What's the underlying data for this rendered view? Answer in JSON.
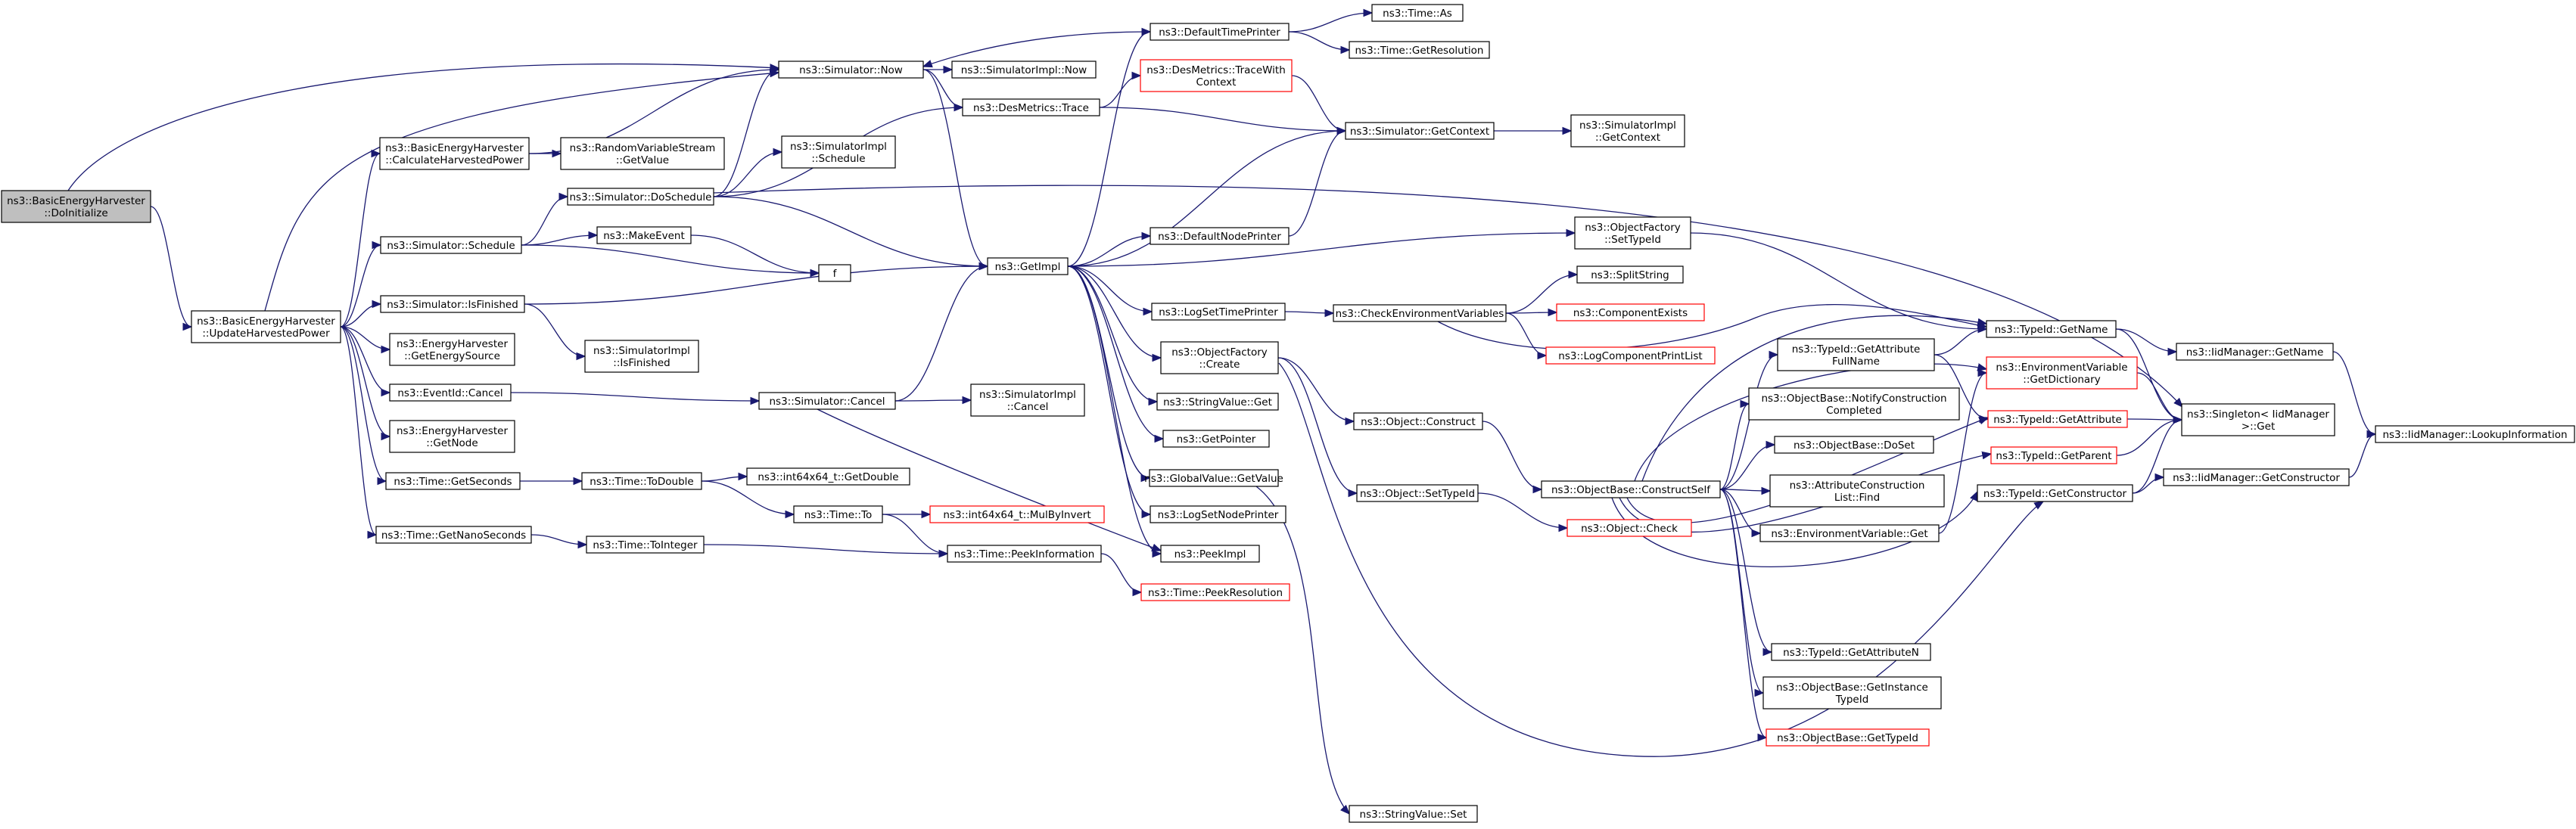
{
  "colors": {
    "node_border": "#000000",
    "node_fill": "#ffffff",
    "root_fill": "#bfbfbf",
    "truncated_border": "#ff0000",
    "edge": "#191970"
  },
  "nodes": [
    {
      "id": "n0",
      "lines": [
        "ns3::BasicEnergyHarvester",
        "::DoInitialize"
      ],
      "kind": "root"
    },
    {
      "id": "n1",
      "lines": [
        "ns3::BasicEnergyHarvester",
        "::UpdateHarvestedPower"
      ],
      "kind": "normal"
    },
    {
      "id": "n2",
      "lines": [
        "ns3::Simulator::Now"
      ],
      "kind": "normal"
    },
    {
      "id": "n3",
      "lines": [
        "ns3::BasicEnergyHarvester",
        "::CalculateHarvestedPower"
      ],
      "kind": "normal"
    },
    {
      "id": "n4",
      "lines": [
        "ns3::Simulator::Schedule"
      ],
      "kind": "normal"
    },
    {
      "id": "n5",
      "lines": [
        "ns3::Simulator::IsFinished"
      ],
      "kind": "normal"
    },
    {
      "id": "n6",
      "lines": [
        "ns3::EnergyHarvester",
        "::GetEnergySource"
      ],
      "kind": "normal"
    },
    {
      "id": "n7",
      "lines": [
        "ns3::EventId::Cancel"
      ],
      "kind": "normal"
    },
    {
      "id": "n8",
      "lines": [
        "ns3::EnergyHarvester",
        "::GetNode"
      ],
      "kind": "normal"
    },
    {
      "id": "n9",
      "lines": [
        "ns3::Time::GetSeconds"
      ],
      "kind": "normal"
    },
    {
      "id": "n10",
      "lines": [
        "ns3::Time::GetNanoSeconds"
      ],
      "kind": "normal"
    },
    {
      "id": "n11",
      "lines": [
        "ns3::SimulatorImpl::Now"
      ],
      "kind": "normal"
    },
    {
      "id": "n12",
      "lines": [
        "ns3::DesMetrics::Trace"
      ],
      "kind": "normal"
    },
    {
      "id": "n13",
      "lines": [
        "ns3::RandomVariableStream",
        "::GetValue"
      ],
      "kind": "normal"
    },
    {
      "id": "n14",
      "lines": [
        "ns3::SimulatorImpl",
        "::Schedule"
      ],
      "kind": "normal"
    },
    {
      "id": "n15",
      "lines": [
        "ns3::Simulator::DoSchedule"
      ],
      "kind": "normal"
    },
    {
      "id": "n16",
      "lines": [
        "ns3::MakeEvent"
      ],
      "kind": "normal"
    },
    {
      "id": "n17",
      "lines": [
        "f"
      ],
      "kind": "normal"
    },
    {
      "id": "n18",
      "lines": [
        "ns3::SimulatorImpl",
        "::IsFinished"
      ],
      "kind": "normal"
    },
    {
      "id": "n19",
      "lines": [
        "ns3::Simulator::Cancel"
      ],
      "kind": "normal"
    },
    {
      "id": "n20",
      "lines": [
        "ns3::SimulatorImpl",
        "::Cancel"
      ],
      "kind": "normal"
    },
    {
      "id": "n21",
      "lines": [
        "ns3::Time::ToDouble"
      ],
      "kind": "normal"
    },
    {
      "id": "n22",
      "lines": [
        "ns3::int64x64_t::GetDouble"
      ],
      "kind": "normal"
    },
    {
      "id": "n23",
      "lines": [
        "ns3::Time::To"
      ],
      "kind": "normal"
    },
    {
      "id": "n24",
      "lines": [
        "ns3::int64x64_t::MulByInvert"
      ],
      "kind": "truncated"
    },
    {
      "id": "n25",
      "lines": [
        "ns3::Time::ToInteger"
      ],
      "kind": "normal"
    },
    {
      "id": "n26",
      "lines": [
        "ns3::Time::PeekInformation"
      ],
      "kind": "normal"
    },
    {
      "id": "n27",
      "lines": [
        "ns3::Time::PeekResolution"
      ],
      "kind": "truncated"
    },
    {
      "id": "n28",
      "lines": [
        "ns3::DefaultTimePrinter"
      ],
      "kind": "normal"
    },
    {
      "id": "n29",
      "lines": [
        "ns3::DesMetrics::TraceWith",
        "Context"
      ],
      "kind": "truncated"
    },
    {
      "id": "n30",
      "lines": [
        "ns3::GetImpl"
      ],
      "kind": "normal"
    },
    {
      "id": "n31",
      "lines": [
        "ns3::DefaultNodePrinter"
      ],
      "kind": "normal"
    },
    {
      "id": "n32",
      "lines": [
        "ns3::LogSetTimePrinter"
      ],
      "kind": "normal"
    },
    {
      "id": "n33",
      "lines": [
        "ns3::ObjectFactory",
        "::Create"
      ],
      "kind": "normal"
    },
    {
      "id": "n34",
      "lines": [
        "ns3::StringValue::Get"
      ],
      "kind": "normal"
    },
    {
      "id": "n35",
      "lines": [
        "ns3::GetPointer"
      ],
      "kind": "normal"
    },
    {
      "id": "n36",
      "lines": [
        "ns3::GlobalValue::GetValue"
      ],
      "kind": "normal"
    },
    {
      "id": "n37",
      "lines": [
        "ns3::LogSetNodePrinter"
      ],
      "kind": "normal"
    },
    {
      "id": "n38",
      "lines": [
        "ns3::PeekImpl"
      ],
      "kind": "normal"
    },
    {
      "id": "n39",
      "lines": [
        "ns3::Time::As"
      ],
      "kind": "normal"
    },
    {
      "id": "n40",
      "lines": [
        "ns3::Time::GetResolution"
      ],
      "kind": "normal"
    },
    {
      "id": "n41",
      "lines": [
        "ns3::Simulator::GetContext"
      ],
      "kind": "normal"
    },
    {
      "id": "n42",
      "lines": [
        "ns3::SimulatorImpl",
        "::GetContext"
      ],
      "kind": "normal"
    },
    {
      "id": "n43",
      "lines": [
        "ns3::CheckEnvironmentVariables"
      ],
      "kind": "normal"
    },
    {
      "id": "n44",
      "lines": [
        "ns3::Object::Construct"
      ],
      "kind": "normal"
    },
    {
      "id": "n45",
      "lines": [
        "ns3::Object::SetTypeId"
      ],
      "kind": "normal"
    },
    {
      "id": "n46",
      "lines": [
        "ns3::StringValue::Set"
      ],
      "kind": "normal"
    },
    {
      "id": "n47",
      "lines": [
        "ns3::ObjectFactory",
        "::SetTypeId"
      ],
      "kind": "normal"
    },
    {
      "id": "n48",
      "lines": [
        "ns3::SplitString"
      ],
      "kind": "normal"
    },
    {
      "id": "n49",
      "lines": [
        "ns3::ComponentExists"
      ],
      "kind": "truncated"
    },
    {
      "id": "n50",
      "lines": [
        "ns3::LogComponentPrintList"
      ],
      "kind": "truncated"
    },
    {
      "id": "n51",
      "lines": [
        "ns3::ObjectBase::ConstructSelf"
      ],
      "kind": "normal"
    },
    {
      "id": "n52",
      "lines": [
        "ns3::Object::Check"
      ],
      "kind": "truncated"
    },
    {
      "id": "n53",
      "lines": [
        "ns3::TypeId::GetAttribute",
        "FullName"
      ],
      "kind": "normal"
    },
    {
      "id": "n54",
      "lines": [
        "ns3::ObjectBase::NotifyConstruction",
        "Completed"
      ],
      "kind": "normal"
    },
    {
      "id": "n55",
      "lines": [
        "ns3::ObjectBase::DoSet"
      ],
      "kind": "normal"
    },
    {
      "id": "n56",
      "lines": [
        "ns3::AttributeConstruction",
        "List::Find"
      ],
      "kind": "normal"
    },
    {
      "id": "n57",
      "lines": [
        "ns3::EnvironmentVariable::Get"
      ],
      "kind": "normal"
    },
    {
      "id": "n58",
      "lines": [
        "ns3::TypeId::GetAttributeN"
      ],
      "kind": "normal"
    },
    {
      "id": "n59",
      "lines": [
        "ns3::ObjectBase::GetInstance",
        "TypeId"
      ],
      "kind": "normal"
    },
    {
      "id": "n60",
      "lines": [
        "ns3::ObjectBase::GetTypeId"
      ],
      "kind": "truncated"
    },
    {
      "id": "n61",
      "lines": [
        "ns3::TypeId::GetName"
      ],
      "kind": "normal"
    },
    {
      "id": "n62",
      "lines": [
        "ns3::EnvironmentVariable",
        "::GetDictionary"
      ],
      "kind": "truncated"
    },
    {
      "id": "n63",
      "lines": [
        "ns3::TypeId::GetAttribute"
      ],
      "kind": "truncated"
    },
    {
      "id": "n64",
      "lines": [
        "ns3::TypeId::GetParent"
      ],
      "kind": "truncated"
    },
    {
      "id": "n65",
      "lines": [
        "ns3::TypeId::GetConstructor"
      ],
      "kind": "normal"
    },
    {
      "id": "n66",
      "lines": [
        "ns3::IidManager::GetName"
      ],
      "kind": "normal"
    },
    {
      "id": "n67",
      "lines": [
        "ns3::Singleton< IidManager",
        ">::Get"
      ],
      "kind": "normal"
    },
    {
      "id": "n68",
      "lines": [
        "ns3::IidManager::GetConstructor"
      ],
      "kind": "normal"
    },
    {
      "id": "n69",
      "lines": [
        "ns3::IidManager::LookupInformation"
      ],
      "kind": "normal"
    }
  ],
  "edges": [
    [
      "n0",
      "n1"
    ],
    [
      "n0",
      "n2"
    ],
    [
      "n1",
      "n3"
    ],
    [
      "n1",
      "n2"
    ],
    [
      "n1",
      "n4"
    ],
    [
      "n1",
      "n5"
    ],
    [
      "n1",
      "n6"
    ],
    [
      "n1",
      "n7"
    ],
    [
      "n1",
      "n8"
    ],
    [
      "n1",
      "n9"
    ],
    [
      "n1",
      "n10"
    ],
    [
      "n3",
      "n2"
    ],
    [
      "n3",
      "n13"
    ],
    [
      "n2",
      "n11"
    ],
    [
      "n2",
      "n12"
    ],
    [
      "n2",
      "n30"
    ],
    [
      "n4",
      "n15"
    ],
    [
      "n4",
      "n16"
    ],
    [
      "n4",
      "n17"
    ],
    [
      "n15",
      "n2"
    ],
    [
      "n15",
      "n12"
    ],
    [
      "n15",
      "n14"
    ],
    [
      "n15",
      "n30"
    ],
    [
      "n15",
      "n67"
    ],
    [
      "n16",
      "n17"
    ],
    [
      "n5",
      "n18"
    ],
    [
      "n5",
      "n30"
    ],
    [
      "n7",
      "n19"
    ],
    [
      "n19",
      "n30"
    ],
    [
      "n19",
      "n20"
    ],
    [
      "n19",
      "n38"
    ],
    [
      "n9",
      "n21"
    ],
    [
      "n21",
      "n22"
    ],
    [
      "n21",
      "n23"
    ],
    [
      "n23",
      "n24"
    ],
    [
      "n23",
      "n26"
    ],
    [
      "n10",
      "n25"
    ],
    [
      "n25",
      "n26"
    ],
    [
      "n26",
      "n27"
    ],
    [
      "n12",
      "n29"
    ],
    [
      "n12",
      "n41"
    ],
    [
      "n29",
      "n41"
    ],
    [
      "n28",
      "n2"
    ],
    [
      "n28",
      "n39"
    ],
    [
      "n28",
      "n40"
    ],
    [
      "n41",
      "n42"
    ],
    [
      "n30",
      "n28"
    ],
    [
      "n30",
      "n41"
    ],
    [
      "n30",
      "n31"
    ],
    [
      "n30",
      "n47"
    ],
    [
      "n30",
      "n32"
    ],
    [
      "n30",
      "n33"
    ],
    [
      "n30",
      "n34"
    ],
    [
      "n30",
      "n35"
    ],
    [
      "n30",
      "n36"
    ],
    [
      "n30",
      "n37"
    ],
    [
      "n30",
      "n38"
    ],
    [
      "n31",
      "n41"
    ],
    [
      "n32",
      "n43"
    ],
    [
      "n43",
      "n48"
    ],
    [
      "n43",
      "n49"
    ],
    [
      "n43",
      "n50"
    ],
    [
      "n43",
      "n61"
    ],
    [
      "n33",
      "n44"
    ],
    [
      "n33",
      "n45"
    ],
    [
      "n33",
      "n65"
    ],
    [
      "n36",
      "n46"
    ],
    [
      "n44",
      "n51"
    ],
    [
      "n45",
      "n52"
    ],
    [
      "n47",
      "n61"
    ],
    [
      "n51",
      "n53"
    ],
    [
      "n51",
      "n54"
    ],
    [
      "n51",
      "n55"
    ],
    [
      "n51",
      "n56"
    ],
    [
      "n51",
      "n57"
    ],
    [
      "n51",
      "n58"
    ],
    [
      "n51",
      "n59"
    ],
    [
      "n51",
      "n60"
    ],
    [
      "n51",
      "n61"
    ],
    [
      "n51",
      "n62"
    ],
    [
      "n51",
      "n63"
    ],
    [
      "n51",
      "n64"
    ],
    [
      "n51",
      "n65"
    ],
    [
      "n53",
      "n61"
    ],
    [
      "n53",
      "n63"
    ],
    [
      "n57",
      "n62"
    ],
    [
      "n61",
      "n66"
    ],
    [
      "n61",
      "n67"
    ],
    [
      "n62",
      "n67"
    ],
    [
      "n63",
      "n67"
    ],
    [
      "n64",
      "n67"
    ],
    [
      "n65",
      "n67"
    ],
    [
      "n65",
      "n68"
    ],
    [
      "n66",
      "n69"
    ],
    [
      "n68",
      "n69"
    ]
  ]
}
